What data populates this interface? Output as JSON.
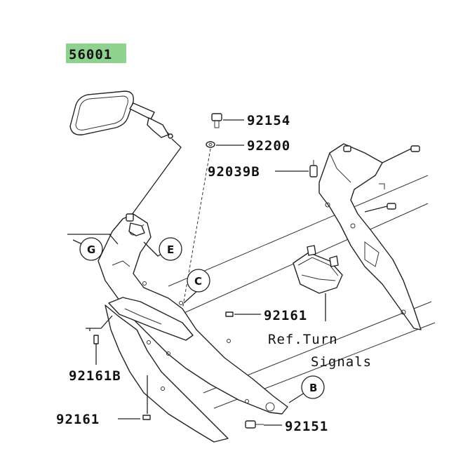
{
  "highlight_color": "#8fd18f",
  "parts": {
    "mirror": "56001",
    "bolt_top": "92154",
    "washer": "92200",
    "clip_b": "92039B",
    "clip_mid": "92161",
    "clip_left_b": "92161B",
    "clip_bottom": "92161",
    "screw_bottom": "92151"
  },
  "callouts": {
    "g": "G",
    "e": "E",
    "c": "C",
    "b": "B"
  },
  "reference": {
    "line1": "Ref.Turn",
    "line2": "Signals"
  }
}
